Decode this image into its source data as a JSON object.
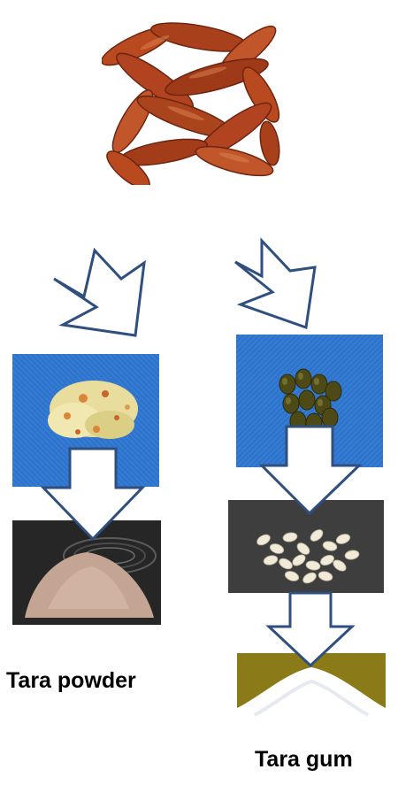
{
  "labels": {
    "left_product": "Tara powder",
    "right_product": "Tara gum"
  },
  "colors": {
    "arrow_outline": "#2f4f7f",
    "arrow_fill": "#ffffff",
    "blue_cloth": "#2f74cc",
    "pod": "#b2421f",
    "seed": "#4e4a17",
    "olive_background": "#8a7a18",
    "dark_surface": "#3a3a3a"
  },
  "icons": {
    "pods": "tara-pods-photo",
    "crushed_pods": "crushed-pod-husk-photo",
    "seeds": "tara-seeds-photo",
    "powder": "tara-powder-photo",
    "endosperm": "seed-endosperm-splits-photo",
    "gum": "tara-gum-photo"
  }
}
